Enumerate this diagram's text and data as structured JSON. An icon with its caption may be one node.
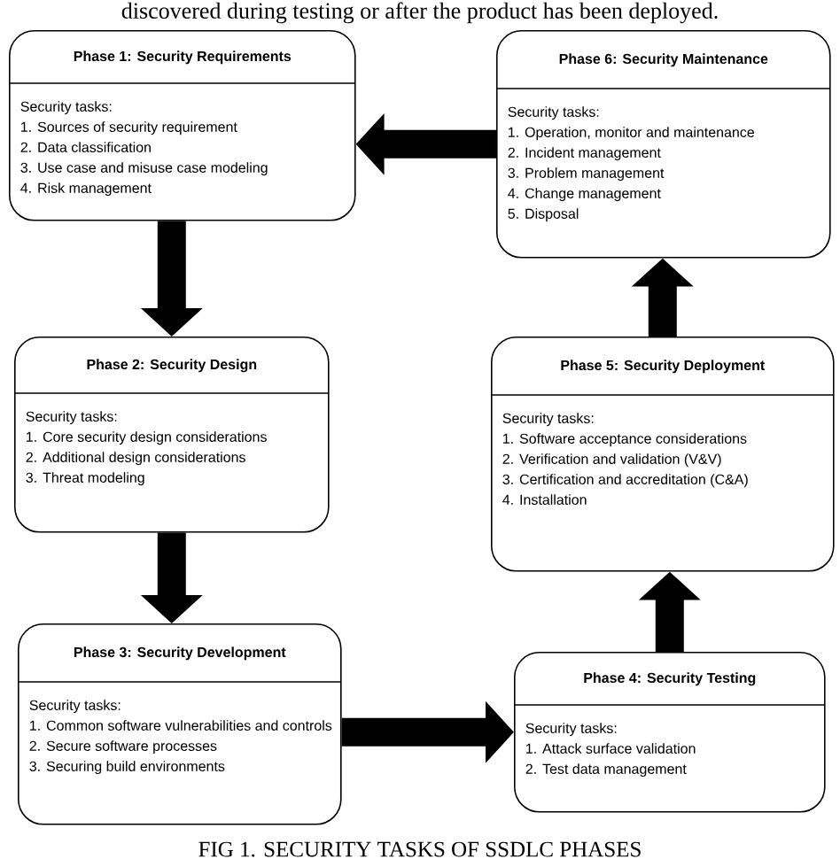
{
  "diagram": {
    "caption": "FIG 1. SECURITY TASKS OF SSDLC PHASES",
    "nodes": [
      {
        "text": [
          "Phase 1: Security Requirements",
          "Security tasks:",
          "1. Sources of security requirement",
          "2. Data classification",
          "3. Use case and misuse case modeling",
          "4. Risk management"
        ]
      },
      {
        "text": [
          "Phase 2: Security Design",
          "Security tasks:",
          "1. Core security design considerations",
          "2. Additional design considerations",
          "3. Threat modeling"
        ]
      },
      {
        "text": [
          "Phase 3: Security Development",
          "Security tasks:",
          "1. Common software vulnerabilities and controls",
          "2. Secure software processes",
          "3. Securing build environments"
        ]
      },
      {
        "text": [
          "Phase 4: Security Testing",
          "Security tasks:",
          "1. Attack surface validation",
          "2. Test data management"
        ]
      },
      {
        "text": [
          "Phase 5: Security Deployment",
          "Security tasks:",
          "1. Software acceptance considerations",
          "2. Verification and validation (V&V)",
          "3. Certification and accreditation (C&A)",
          "4. Installation"
        ]
      },
      {
        "text": [
          "Phase 6: Security Maintenance",
          "Security tasks:",
          "1. Operation, monitor and maintenance",
          "2. Incident management",
          "3. Problem management",
          "4. Change management",
          "5. Disposal"
        ]
      }
    ],
    "edges": [
      {
        "from": 0,
        "to": 1,
        "arrow": "to"
      },
      {
        "from": 1,
        "to": 2,
        "arrow": "to"
      },
      {
        "from": 2,
        "to": 3,
        "arrow": "to"
      },
      {
        "from": 3,
        "to": 4,
        "arrow": "to"
      },
      {
        "from": 4,
        "to": 5,
        "arrow": "to"
      },
      {
        "from": 5,
        "to": 0,
        "arrow": "to"
      }
    ],
    "labels": [
      "discovered during testing or after the product has been deployed."
    ]
  }
}
